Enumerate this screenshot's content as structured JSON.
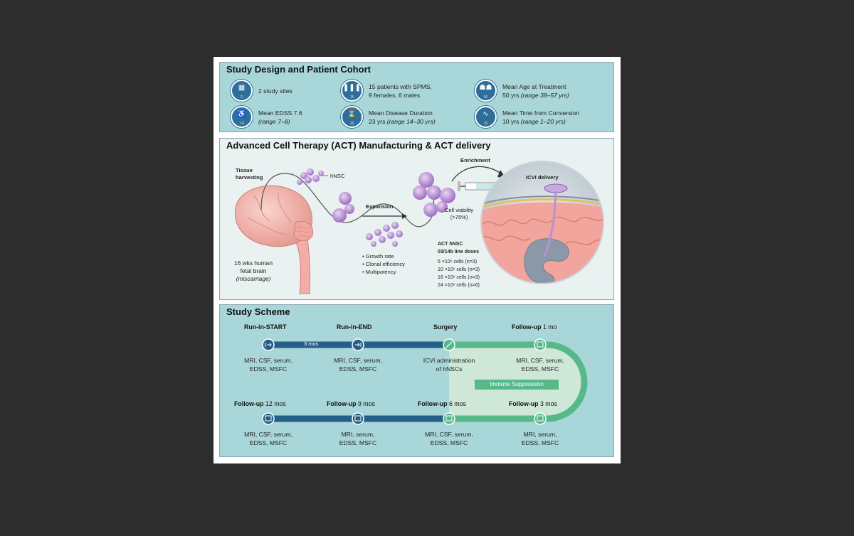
{
  "cohort": {
    "title": "Study Design and Patient Cohort",
    "stats": [
      {
        "icon": "hospital-icon",
        "badge": "2",
        "line1": "2 study sites",
        "line2": ""
      },
      {
        "icon": "patients-icon",
        "badge": "15",
        "line1": "15 patients with SPMS,",
        "line2": "9 females, 6 males"
      },
      {
        "icon": "family-age-icon",
        "badge": "50",
        "line1": "Mean Age at Treatment",
        "line2_plain": "50 yrs",
        "line2_italic": "(range 38–57 yrs)"
      },
      {
        "icon": "walking-aid-icon",
        "badge": "7.6",
        "line1": "Mean EDSS 7.6",
        "line2_italic": "(range 7–8)"
      },
      {
        "icon": "hourglass-icon",
        "badge": "23",
        "line1": "Mean Disease Duration",
        "line2_plain": "23 yrs",
        "line2_italic": "(range 14–30 yrs)"
      },
      {
        "icon": "wave-icon",
        "badge": "10",
        "line1": "Mean Time from Conversion",
        "line2_plain": "10 yrs",
        "line2_italic": "(range 1–20 yrs)"
      }
    ]
  },
  "manufacturing": {
    "title": "Advanced Cell Therapy (ACT) Manufacturing & ACT delivery",
    "tissue_line1": "Tissue",
    "tissue_line2": "harvesting",
    "hnsc": "hNSC",
    "expansion": "Expansion",
    "enrichment": "Enrichment",
    "icvi": "ICVI delivery",
    "viability_line1": "Cell viability",
    "viability_line2": "(>75%)",
    "brain_line1": "16 wks human",
    "brain_line2": "fetal brain",
    "brain_line3": "(miscarriage)",
    "qc": [
      "• Growth rate",
      "• Clonal efficiency",
      "• Multipotency"
    ],
    "doses_title1": "ACT hNSC",
    "doses_title2": "03/14b line doses",
    "doses": [
      "5 ×10⁶ cells (n=3)",
      "10 ×10⁶ cells (n=3)",
      "16 ×10⁶ cells (n=3)",
      "24 ×10⁶ cells (n=6)"
    ]
  },
  "scheme": {
    "title": "Study Scheme",
    "interval": "3 mos",
    "immune": "Immune Suppression",
    "top": [
      {
        "bold": "Run-in-START",
        "rest": "",
        "icon": "start-icon",
        "d1": "MRI, CSF, serum,",
        "d2": "EDSS, MSFC"
      },
      {
        "bold": "Run-in-END",
        "rest": "",
        "icon": "end-icon",
        "d1": "MRI, CSF, serum,",
        "d2": "EDSS, MSFC"
      },
      {
        "bold": "Surgery",
        "rest": "",
        "icon": "syringe-icon",
        "d1": "ICVI administration",
        "d2": "of hNSCs"
      },
      {
        "bold": "Follow-up",
        "rest": " 1 mo",
        "icon": "calendar-icon",
        "d1": "MRI, CSF, serum,",
        "d2": "EDSS, MSFC"
      }
    ],
    "bottom": [
      {
        "bold": "Follow-up",
        "rest": " 12 mos",
        "icon": "calendar-icon",
        "d1": "MRI, CSF, serum,",
        "d2": "EDSS, MSFC"
      },
      {
        "bold": "Follow-up",
        "rest": " 9 mos",
        "icon": "calendar-icon",
        "d1": "MRI, serum,",
        "d2": "EDSS, MSFC"
      },
      {
        "bold": "Follow-up",
        "rest": " 6 mos",
        "icon": "calendar-icon",
        "d1": "MRI, CSF, serum,",
        "d2": "EDSS, MSFC"
      },
      {
        "bold": "Follow-up",
        "rest": " 3 mos",
        "icon": "calendar-icon",
        "d1": "MRI, serum,",
        "d2": "EDSS, MSFC"
      }
    ]
  },
  "colors": {
    "cohort_bg": "#a9d6d9",
    "manufacturing_bg": "#eaf1f1",
    "timeline_blue": "#245f87",
    "timeline_green": "#57b98a",
    "cells": "#b78bd3"
  }
}
